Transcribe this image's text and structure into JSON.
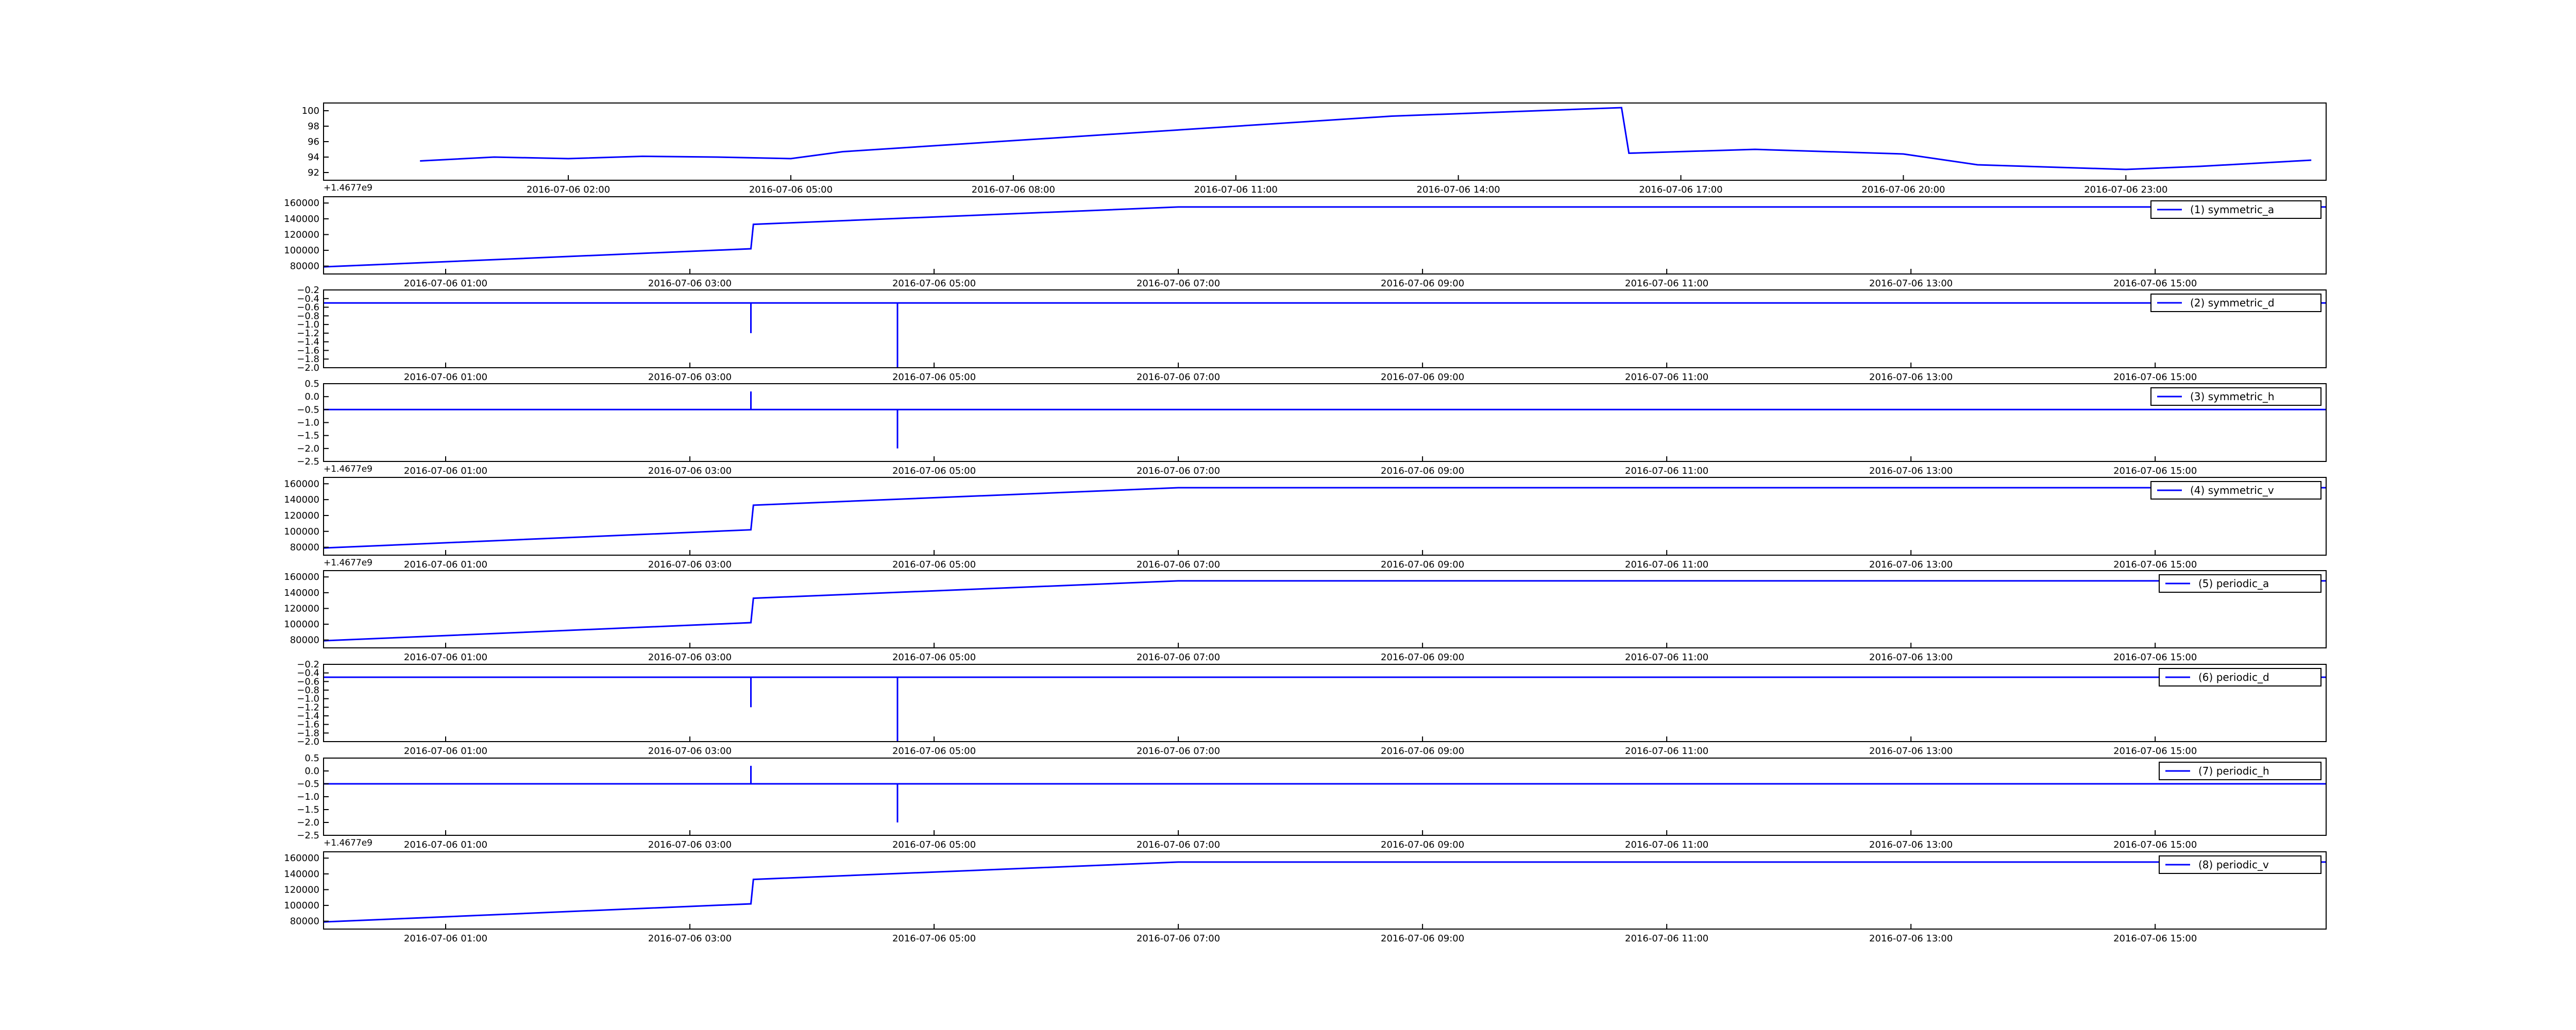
{
  "figure": {
    "line_color": "#0000ff",
    "frame_color": "#000000",
    "background": "#ffffff"
  },
  "chart_data": [
    {
      "type": "line",
      "title": "",
      "xlabel": "",
      "ylabel": "",
      "offset_label": "+1.4677e9",
      "yticks": [
        "92",
        "94",
        "96",
        "98",
        "100"
      ],
      "ylim": [
        91,
        101
      ],
      "xticks": [
        "2016-07-06 02:00",
        "2016-07-06 05:00",
        "2016-07-06 08:00",
        "2016-07-06 11:00",
        "2016-07-06 14:00",
        "2016-07-06 17:00",
        "2016-07-06 20:00",
        "2016-07-06 23:00"
      ],
      "legend": "",
      "series": [
        {
          "x": [
            0.0,
            1.0,
            2.0,
            3.0,
            4.0,
            5.0,
            5.7,
            13.1,
            16.2,
            16.3,
            18.0,
            20.0,
            21.0,
            23.0,
            24.0,
            25.5
          ],
          "values": [
            93.5,
            94.0,
            93.8,
            94.1,
            94.0,
            93.8,
            94.7,
            99.3,
            100.4,
            94.5,
            95.0,
            94.4,
            93.0,
            92.4,
            92.8,
            93.6
          ]
        }
      ]
    },
    {
      "type": "line",
      "yticks": [
        "80000",
        "100000",
        "120000",
        "140000",
        "160000"
      ],
      "ylim": [
        70000,
        168000
      ],
      "xticks": [
        "2016-07-06 01:00",
        "2016-07-06 03:00",
        "2016-07-06 05:00",
        "2016-07-06 07:00",
        "2016-07-06 09:00",
        "2016-07-06 11:00",
        "2016-07-06 13:00",
        "2016-07-06 15:00"
      ],
      "legend": "(1) symmetric_a",
      "series": [
        {
          "x": [
            0.0,
            3.5,
            3.52,
            7.0,
            16.4
          ],
          "values": [
            79000,
            102000,
            133000,
            155000,
            155000
          ]
        }
      ]
    },
    {
      "type": "line",
      "yticks": [
        "−0.2",
        "−0.4",
        "−0.6",
        "−0.8",
        "−1.0",
        "−1.2",
        "−1.4",
        "−1.6",
        "−1.8",
        "−2.0"
      ],
      "ylim": [
        -2.0,
        -0.2
      ],
      "xticks": [
        "2016-07-06 01:00",
        "2016-07-06 03:00",
        "2016-07-06 05:00",
        "2016-07-06 07:00",
        "2016-07-06 09:00",
        "2016-07-06 11:00",
        "2016-07-06 13:00",
        "2016-07-06 15:00"
      ],
      "legend": "(2) symmetric_d",
      "series": [
        {
          "x": [
            0.0,
            3.5,
            3.5,
            3.5,
            4.7,
            4.7,
            4.7,
            7.0,
            16.4
          ],
          "values": [
            -0.5,
            -0.5,
            -1.2,
            -0.5,
            -0.5,
            -2.0,
            -0.5,
            -0.5,
            -0.5
          ]
        }
      ]
    },
    {
      "type": "line",
      "yticks": [
        "0.5",
        "0.0",
        "−0.5",
        "−1.0",
        "−1.5",
        "−2.0",
        "−2.5"
      ],
      "ylim": [
        -2.5,
        0.5
      ],
      "offset_label": "+1.4677e9",
      "xticks": [
        "2016-07-06 01:00",
        "2016-07-06 03:00",
        "2016-07-06 05:00",
        "2016-07-06 07:00",
        "2016-07-06 09:00",
        "2016-07-06 11:00",
        "2016-07-06 13:00",
        "2016-07-06 15:00"
      ],
      "legend": "(3) symmetric_h",
      "series": [
        {
          "x": [
            0.0,
            3.5,
            3.5,
            3.5,
            4.7,
            4.7,
            4.7,
            7.0,
            16.4
          ],
          "values": [
            -0.5,
            -0.5,
            0.2,
            -0.5,
            -0.5,
            -2.0,
            -0.5,
            -0.5,
            -0.5
          ]
        }
      ]
    },
    {
      "type": "line",
      "yticks": [
        "80000",
        "100000",
        "120000",
        "140000",
        "160000"
      ],
      "ylim": [
        70000,
        168000
      ],
      "offset_label": "+1.4677e9",
      "xticks": [
        "2016-07-06 01:00",
        "2016-07-06 03:00",
        "2016-07-06 05:00",
        "2016-07-06 07:00",
        "2016-07-06 09:00",
        "2016-07-06 11:00",
        "2016-07-06 13:00",
        "2016-07-06 15:00"
      ],
      "legend": "(4) symmetric_v",
      "series": [
        {
          "x": [
            0.0,
            3.5,
            3.52,
            7.0,
            16.4
          ],
          "values": [
            79000,
            102000,
            133000,
            155000,
            155000
          ]
        }
      ]
    },
    {
      "type": "line",
      "yticks": [
        "80000",
        "100000",
        "120000",
        "140000",
        "160000"
      ],
      "ylim": [
        70000,
        168000
      ],
      "xticks": [
        "2016-07-06 01:00",
        "2016-07-06 03:00",
        "2016-07-06 05:00",
        "2016-07-06 07:00",
        "2016-07-06 09:00",
        "2016-07-06 11:00",
        "2016-07-06 13:00",
        "2016-07-06 15:00"
      ],
      "legend": "(5) periodic_a",
      "series": [
        {
          "x": [
            0.0,
            3.5,
            3.52,
            7.0,
            16.4
          ],
          "values": [
            79000,
            102000,
            133000,
            155000,
            155000
          ]
        }
      ]
    },
    {
      "type": "line",
      "yticks": [
        "−0.2",
        "−0.4",
        "−0.6",
        "−0.8",
        "−1.0",
        "−1.2",
        "−1.4",
        "−1.6",
        "−1.8",
        "−2.0"
      ],
      "ylim": [
        -2.0,
        -0.2
      ],
      "xticks": [
        "2016-07-06 01:00",
        "2016-07-06 03:00",
        "2016-07-06 05:00",
        "2016-07-06 07:00",
        "2016-07-06 09:00",
        "2016-07-06 11:00",
        "2016-07-06 13:00",
        "2016-07-06 15:00"
      ],
      "legend": "(6) periodic_d",
      "series": [
        {
          "x": [
            0.0,
            3.5,
            3.5,
            3.5,
            4.7,
            4.7,
            4.7,
            7.0,
            16.4
          ],
          "values": [
            -0.5,
            -0.5,
            -1.2,
            -0.5,
            -0.5,
            -2.0,
            -0.5,
            -0.5,
            -0.5
          ]
        }
      ]
    },
    {
      "type": "line",
      "yticks": [
        "0.5",
        "0.0",
        "−0.5",
        "−1.0",
        "−1.5",
        "−2.0",
        "−2.5"
      ],
      "ylim": [
        -2.5,
        0.5
      ],
      "offset_label": "+1.4677e9",
      "xticks": [
        "2016-07-06 01:00",
        "2016-07-06 03:00",
        "2016-07-06 05:00",
        "2016-07-06 07:00",
        "2016-07-06 09:00",
        "2016-07-06 11:00",
        "2016-07-06 13:00",
        "2016-07-06 15:00"
      ],
      "legend": "(7) periodic_h",
      "series": [
        {
          "x": [
            0.0,
            3.5,
            3.5,
            3.5,
            4.7,
            4.7,
            4.7,
            7.0,
            16.4
          ],
          "values": [
            -0.5,
            -0.5,
            0.2,
            -0.5,
            -0.5,
            -2.0,
            -0.5,
            -0.5,
            -0.5
          ]
        }
      ]
    },
    {
      "type": "line",
      "yticks": [
        "80000",
        "100000",
        "120000",
        "140000",
        "160000"
      ],
      "ylim": [
        70000,
        168000
      ],
      "xticks": [
        "2016-07-06 01:00",
        "2016-07-06 03:00",
        "2016-07-06 05:00",
        "2016-07-06 07:00",
        "2016-07-06 09:00",
        "2016-07-06 11:00",
        "2016-07-06 13:00",
        "2016-07-06 15:00"
      ],
      "legend": "(8) periodic_v",
      "series": [
        {
          "x": [
            0.0,
            3.5,
            3.52,
            7.0,
            16.4
          ],
          "values": [
            79000,
            102000,
            133000,
            155000,
            155000
          ]
        }
      ]
    }
  ]
}
